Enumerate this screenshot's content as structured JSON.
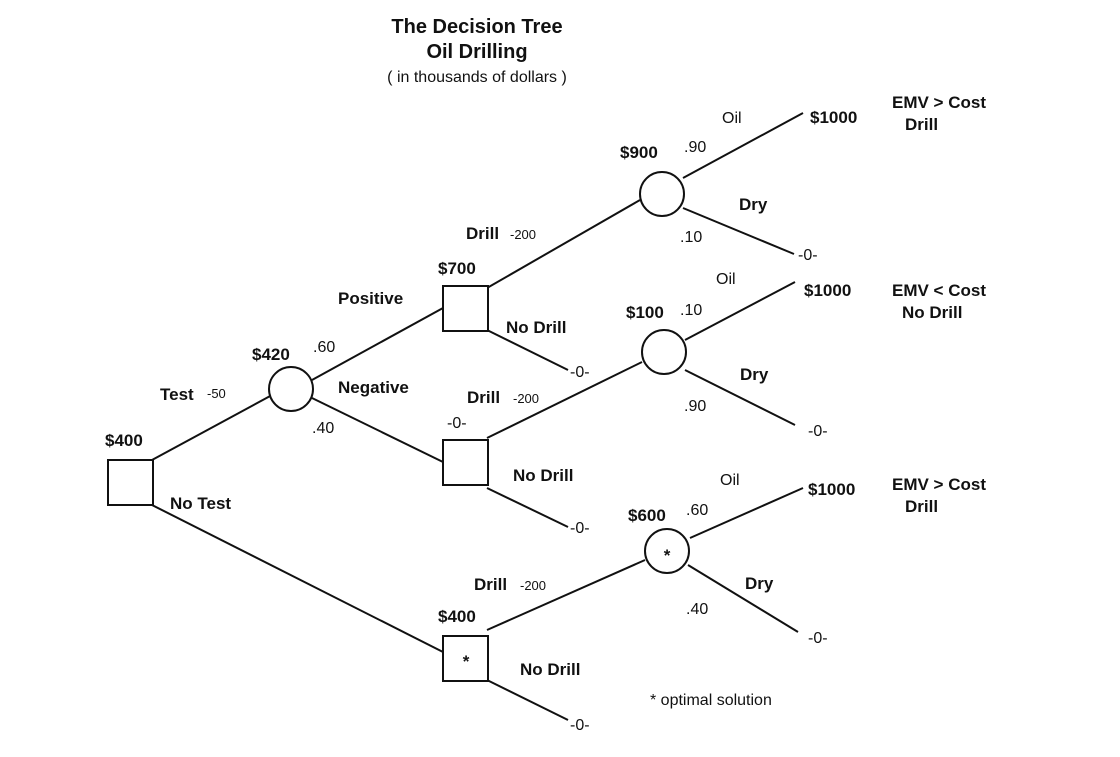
{
  "title": "The Decision Tree",
  "subtitle": "Oil Drilling",
  "units_note": "( in thousands of dollars )",
  "root": {
    "value": "$400"
  },
  "test_branch": {
    "label": "Test",
    "cost": "-50"
  },
  "no_test_branch": {
    "label": "No Test"
  },
  "test_chance": {
    "value": "$420",
    "positive_prob": ".60",
    "negative_prob": ".40"
  },
  "positive_label": "Positive",
  "negative_label": "Negative",
  "positive_decision": {
    "value": "$700",
    "drill_label": "Drill",
    "drill_cost": "-200",
    "no_drill_label": "No Drill",
    "no_drill_payoff": "-0-"
  },
  "negative_decision": {
    "value": "-0-",
    "drill_label": "Drill",
    "drill_cost": "-200",
    "no_drill_label": "No Drill",
    "no_drill_payoff": "-0-"
  },
  "notest_decision": {
    "value": "$400",
    "marker": "*",
    "drill_label": "Drill",
    "drill_cost": "-200",
    "no_drill_label": "No Drill",
    "no_drill_payoff": "-0-"
  },
  "chance_top": {
    "value": "$900",
    "oil_label": "Oil",
    "oil_prob": ".90",
    "dry_label": "Dry",
    "dry_prob": ".10",
    "oil_payoff": "$1000",
    "dry_payoff": "-0-",
    "note_line1": "EMV > Cost",
    "note_line2": "Drill"
  },
  "chance_mid": {
    "value": "$100",
    "oil_label": "Oil",
    "oil_prob": ".10",
    "dry_label": "Dry",
    "dry_prob": ".90",
    "oil_payoff": "$1000",
    "dry_payoff": "-0-",
    "note_line1": "EMV < Cost",
    "note_line2": "No Drill"
  },
  "chance_bot": {
    "value": "$600",
    "marker": "*",
    "oil_label": "Oil",
    "oil_prob": ".60",
    "dry_label": "Dry",
    "dry_prob": ".40",
    "oil_payoff": "$1000",
    "dry_payoff": "-0-",
    "note_line1": "EMV > Cost",
    "note_line2": "Drill"
  },
  "legend": "* optimal solution"
}
